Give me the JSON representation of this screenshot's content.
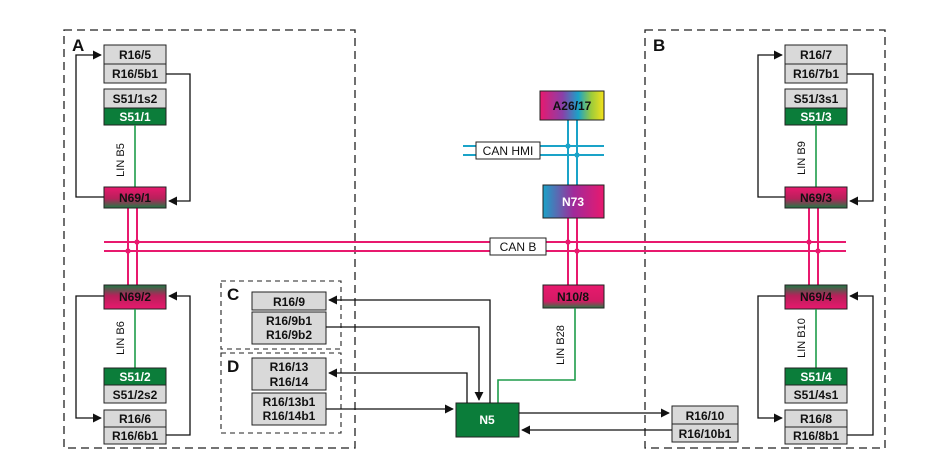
{
  "groups": {
    "a": "A",
    "b": "B",
    "c": "C",
    "d": "D"
  },
  "buses": {
    "can_b": "CAN B",
    "can_hmi": "CAN HMI"
  },
  "lin": {
    "b5": "LIN B5",
    "b6": "LIN B6",
    "b9": "LIN B9",
    "b10": "LIN B10",
    "b28": "LIN B28"
  },
  "nodes": {
    "n69_1": "N69/1",
    "n69_2": "N69/2",
    "n69_3": "N69/3",
    "n69_4": "N69/4",
    "n73": "N73",
    "n10_8": "N10/8",
    "n5": "N5",
    "a26_17": "A26/17"
  },
  "components": {
    "r16_5": "R16/5",
    "r16_5b1": "R16/5b1",
    "s51_1s2": "S51/1s2",
    "s51_1": "S51/1",
    "s51_2": "S51/2",
    "s51_2s2": "S51/2s2",
    "r16_6": "R16/6",
    "r16_6b1": "R16/6b1",
    "r16_7": "R16/7",
    "r16_7b1": "R16/7b1",
    "s51_3s1": "S51/3s1",
    "s51_3": "S51/3",
    "s51_4": "S51/4",
    "s51_4s1": "S51/4s1",
    "r16_8": "R16/8",
    "r16_8b1": "R16/8b1",
    "r16_9": "R16/9",
    "r16_9b1": "R16/9b1",
    "r16_9b2": "R16/9b2",
    "r16_13": "R16/13",
    "r16_14": "R16/14",
    "r16_13b1": "R16/13b1",
    "r16_14b1": "R16/14b1",
    "r16_10": "R16/10",
    "r16_10b1": "R16/10b1"
  },
  "colors": {
    "pink": "#e8196e",
    "cyan": "#1aa3c8",
    "green": "#1e9c4a",
    "dark_green": "#0b7d3a",
    "grey_box": "#d9d9d9"
  }
}
